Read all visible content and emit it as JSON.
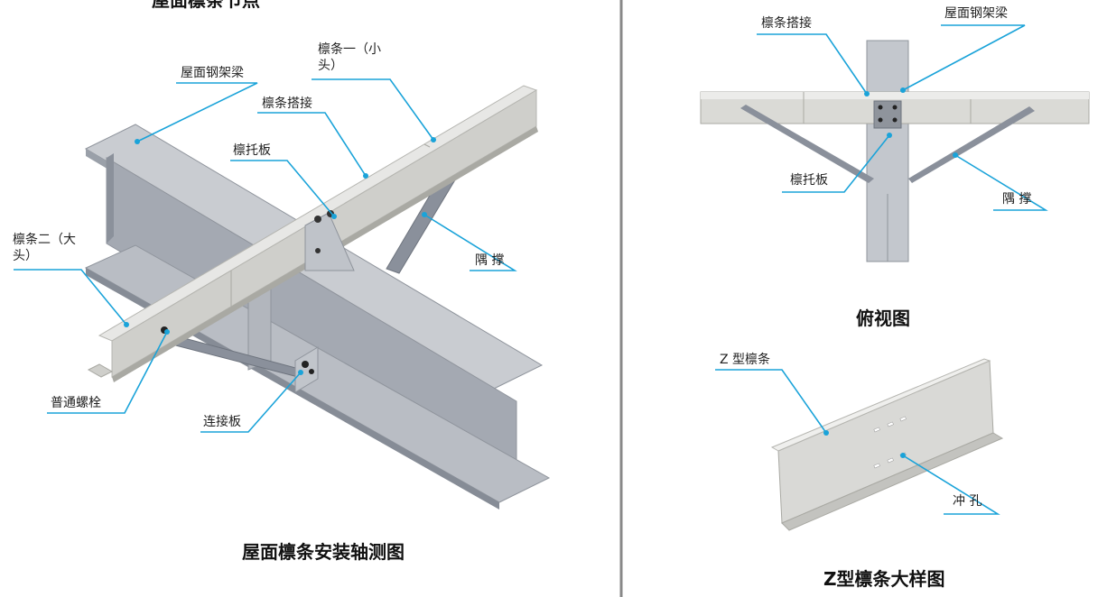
{
  "top_fragment": "屋面檩条节点",
  "axonometric": {
    "caption": "屋面檩条安装轴测图",
    "labels": {
      "purlin_small": "檩条一（小头）",
      "roof_beam": "屋面钢架梁",
      "purlin_lap": "檩条搭接",
      "purlin_bracket": "檩托板",
      "purlin_big": "檩条二（大头）",
      "brace": "隅 撑",
      "bolt": "普通螺栓",
      "connect_plate": "连接板"
    }
  },
  "plan": {
    "caption": "俯视图",
    "labels": {
      "purlin_lap": "檩条搭接",
      "roof_beam": "屋面钢架梁",
      "purlin_bracket": "檩托板",
      "brace": "隅 撑"
    }
  },
  "detail": {
    "caption": "Z型檩条大样图",
    "labels": {
      "z_purlin": "Z 型檩条",
      "punch_hole": "冲 孔"
    }
  },
  "colors": {
    "leader": "#1aa3d9",
    "steel_light": "#c9ccd1",
    "steel_mid": "#a4a9b2",
    "steel_dark": "#7e8591",
    "purlin_top": "#e7e7e5",
    "purlin_side": "#cfcfcb",
    "divider": "#888888"
  }
}
